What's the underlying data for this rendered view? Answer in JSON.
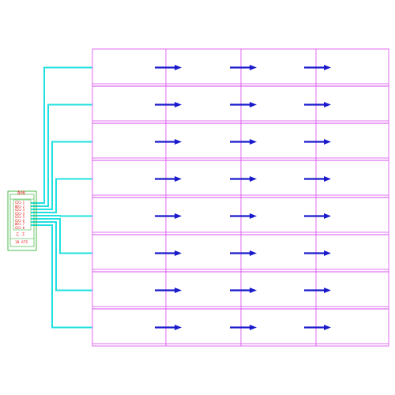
{
  "colors": {
    "background": "#ffffff",
    "grid": "#d946ef",
    "feeder": "#22e0e0",
    "arrow": "#1a1acc",
    "panel": "#22aa22",
    "panel_text": "#e0201a"
  },
  "grid": {
    "rows": 8,
    "cols": 4,
    "arrows_per_row": 3
  },
  "panel": {
    "title": "配电",
    "circuits": [
      "CD1-1",
      "WD1-2",
      "CD1-3",
      "CD1-4",
      "CD1-5",
      "CD1-6",
      "WD1-7",
      "CD1-8"
    ],
    "bottom_label": "乙 工",
    "footer": "1B 6T5"
  }
}
